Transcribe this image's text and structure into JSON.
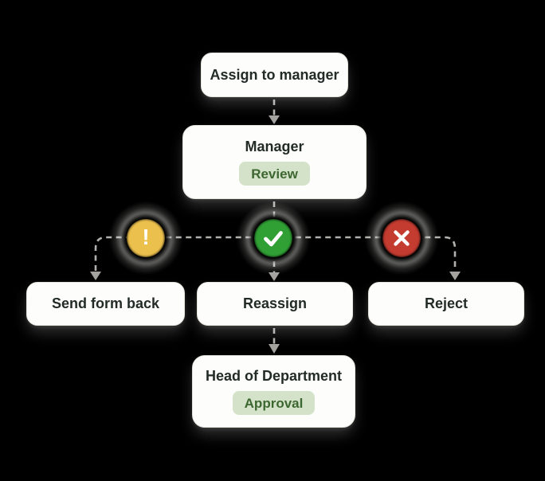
{
  "colors": {
    "background": "#000000",
    "node_bg": "#fdfdfb",
    "node_border": "#e6e3dc",
    "node_text": "#222b28",
    "badge_bg": "#d4e2c9",
    "badge_text": "#3d6730",
    "warning_yellow": "#ecc04d",
    "approve_green": "#30a035",
    "reject_red": "#c43b30",
    "connector_gray": "#b2b0ad",
    "arrow_gray": "#a5a3a0"
  },
  "flowchart": {
    "nodes": {
      "assign": {
        "label": "Assign to manager"
      },
      "manager": {
        "title": "Manager",
        "badge": "Review"
      },
      "send_back": {
        "label": "Send form back"
      },
      "reassign": {
        "label": "Reassign"
      },
      "reject": {
        "label": "Reject"
      },
      "head_of_department": {
        "title": "Head of Department",
        "badge": "Approval"
      }
    },
    "branch_icons": {
      "warning": {
        "glyph": "!",
        "icon": "exclamation-icon"
      },
      "approve": {
        "icon": "checkmark-icon"
      },
      "reject": {
        "icon": "x-mark-icon"
      }
    }
  }
}
